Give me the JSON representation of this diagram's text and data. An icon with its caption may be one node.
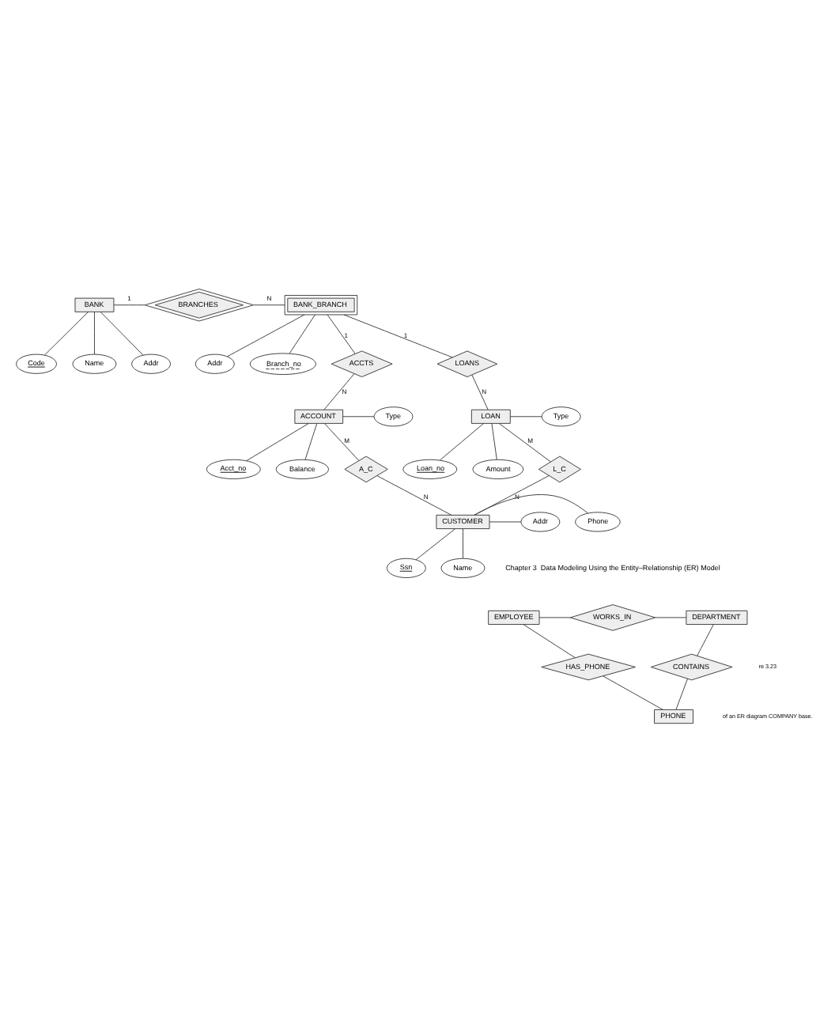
{
  "diagram": {
    "nodes": [
      {
        "text": [
          "BANK"
        ]
      },
      {
        "text": [
          "BRANCHES"
        ]
      },
      {
        "text": [
          "BANK_BRANCH"
        ]
      },
      {
        "text": [
          "Code"
        ]
      },
      {
        "text": [
          "Name"
        ]
      },
      {
        "text": [
          "Addr"
        ]
      },
      {
        "text": [
          "Addr"
        ]
      },
      {
        "text": [
          "Branch_no"
        ]
      },
      {
        "text": [
          "ACCTS"
        ]
      },
      {
        "text": [
          "LOANS"
        ]
      },
      {
        "text": [
          "Acct_no"
        ]
      },
      {
        "text": [
          "Balance"
        ]
      },
      {
        "text": [
          "Loan_no"
        ]
      },
      {
        "text": [
          "Amount"
        ]
      },
      {
        "text": [
          "ACCOUNT"
        ]
      },
      {
        "text": [
          "Type"
        ]
      },
      {
        "text": [
          "LOAN"
        ]
      },
      {
        "text": [
          "Type"
        ]
      },
      {
        "text": [
          "A_C"
        ]
      },
      {
        "text": [
          "L_C"
        ]
      },
      {
        "text": [
          "Ssn"
        ]
      },
      {
        "text": [
          "Name"
        ]
      },
      {
        "text": [
          "Phone"
        ]
      },
      {
        "text": [
          "CUSTOMER"
        ]
      },
      {
        "text": [
          "Addr"
        ]
      },
      {
        "text": [
          "EMPLOYEE"
        ]
      },
      {
        "text": [
          "WORKS_IN"
        ]
      },
      {
        "text": [
          "DEPARTMENT"
        ]
      },
      {
        "text": [
          "HAS_PHONE"
        ]
      },
      {
        "text": [
          "CONTAINS"
        ]
      },
      {
        "text": [
          "PHONE"
        ]
      }
    ],
    "edges": [
      {
        "from": 0,
        "to": 1,
        "arrow": "none",
        "label": "1"
      },
      {
        "from": 1,
        "to": 2,
        "arrow": "none",
        "label": "N"
      },
      {
        "from": 0,
        "to": 3,
        "arrow": "none"
      },
      {
        "from": 0,
        "to": 4,
        "arrow": "none"
      },
      {
        "from": 0,
        "to": 5,
        "arrow": "none"
      },
      {
        "from": 2,
        "to": 6,
        "arrow": "none"
      },
      {
        "from": 2,
        "to": 7,
        "arrow": "none"
      },
      {
        "from": 2,
        "to": 8,
        "arrow": "none",
        "label": "1"
      },
      {
        "from": 2,
        "to": 9,
        "arrow": "none",
        "label": "1"
      },
      {
        "from": 8,
        "to": 14,
        "arrow": "none",
        "label": "N"
      },
      {
        "from": 9,
        "to": 16,
        "arrow": "none",
        "label": "N"
      },
      {
        "from": 14,
        "to": 10,
        "arrow": "none"
      },
      {
        "from": 14,
        "to": 11,
        "arrow": "none"
      },
      {
        "from": 14,
        "to": 15,
        "arrow": "none"
      },
      {
        "from": 16,
        "to": 12,
        "arrow": "none"
      },
      {
        "from": 16,
        "to": 13,
        "arrow": "none"
      },
      {
        "from": 16,
        "to": 17,
        "arrow": "none"
      },
      {
        "from": 14,
        "to": 18,
        "arrow": "none",
        "label": "M"
      },
      {
        "from": 16,
        "to": 19,
        "arrow": "none",
        "label": "M"
      },
      {
        "from": 18,
        "to": 23,
        "arrow": "none",
        "label": "N"
      },
      {
        "from": 19,
        "to": 23,
        "arrow": "none",
        "label": "N"
      },
      {
        "from": 23,
        "to": 20,
        "arrow": "none"
      },
      {
        "from": 23,
        "to": 21,
        "arrow": "none"
      },
      {
        "from": 23,
        "to": 22,
        "arrow": "none"
      },
      {
        "from": 23,
        "to": 24,
        "arrow": "none"
      },
      {
        "from": 25,
        "to": 26,
        "arrow": "none"
      },
      {
        "from": 26,
        "to": 27,
        "arrow": "none"
      },
      {
        "from": 25,
        "to": 28,
        "arrow": "none"
      },
      {
        "from": 27,
        "to": 29,
        "arrow": "none"
      },
      {
        "from": 28,
        "to": 30,
        "arrow": "none"
      },
      {
        "from": 29,
        "to": 30,
        "arrow": "none"
      }
    ],
    "labels": [
      "Chapter 3  Data Modeling Using the Entity–Relationship (ER) Model",
      "re 3.23",
      "of an ER diagram COMPANY base."
    ]
  }
}
